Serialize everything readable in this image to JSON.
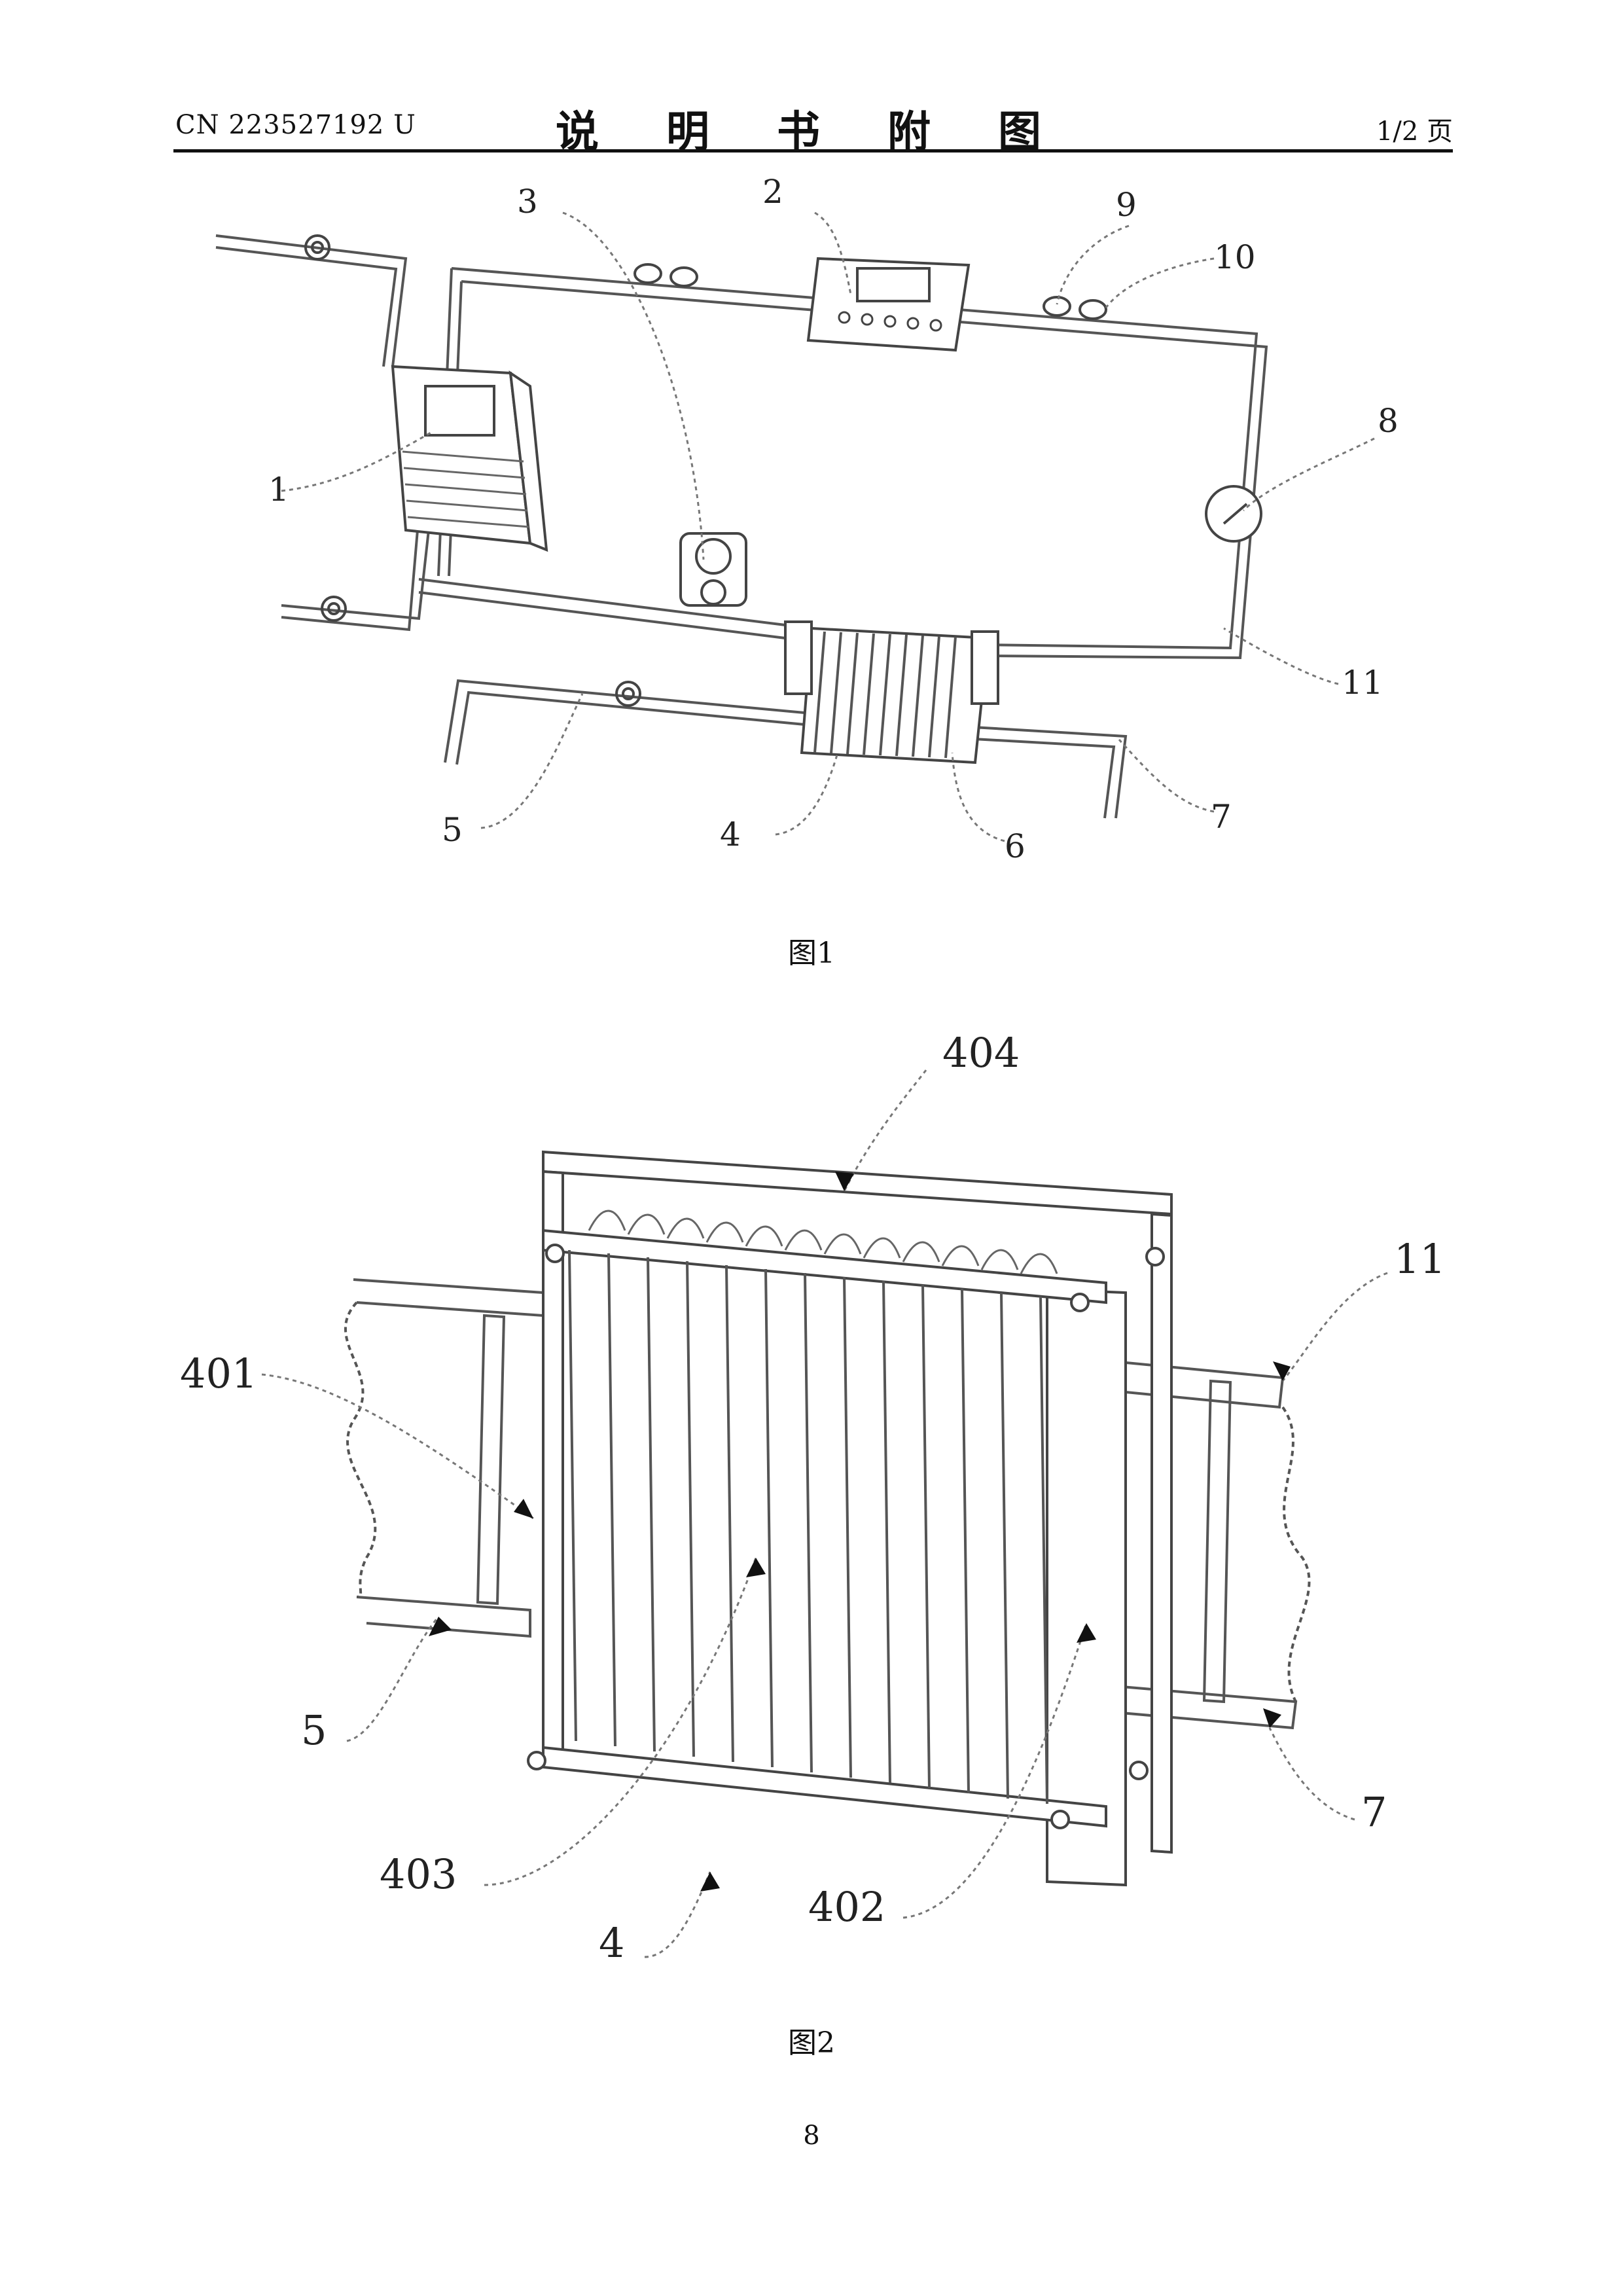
{
  "header": {
    "pub_number": "CN 223527192 U",
    "title": "说 明 书 附 图",
    "page_info": "1/2 页"
  },
  "figure1": {
    "caption": "图1",
    "labels": [
      "1",
      "2",
      "3",
      "4",
      "5",
      "6",
      "7",
      "8",
      "9",
      "10",
      "11"
    ]
  },
  "figure2": {
    "caption": "图2",
    "labels": [
      "404",
      "401",
      "11",
      "5",
      "7",
      "403",
      "4",
      "402"
    ]
  },
  "footer": {
    "page_number": "8"
  }
}
